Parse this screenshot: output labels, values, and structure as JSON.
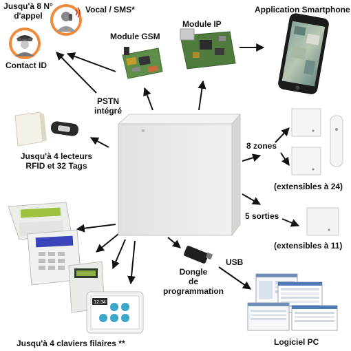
{
  "labels": {
    "call_numbers_line1": "Jusqu'à 8 N°",
    "call_numbers_line2": "d'appel",
    "vocal_sms": "Vocal / SMS*",
    "contact_id": "Contact ID",
    "pstn_line1": "PSTN",
    "pstn_line2": "intégré",
    "gsm_module": "Module GSM",
    "ip_module": "Module IP",
    "smartphone_app": "Application Smartphone",
    "rfid_line1": "Jusqu'à 4 lecteurs",
    "rfid_line2": "RFID et 32 Tags",
    "zones": "8 zones",
    "zones_extensible": "(extensibles à 24)",
    "outputs": "5 sorties",
    "outputs_extensible": "(extensibles à 11)",
    "usb": "USB",
    "dongle_line1": "Dongle",
    "dongle_line2": "de",
    "dongle_line3": "programmation",
    "pc_software": "Logiciel PC",
    "keypads": "Jusqu'à 4 claviers filaires **"
  },
  "keypad_screen": {
    "time": "12:34"
  },
  "colors": {
    "accent_orange": "#f08a3c",
    "panel_white": "#eceeea",
    "board_green": "#5f8d4a",
    "lcd_green": "#9fc23e",
    "lcd_blue": "#3b44b8"
  }
}
